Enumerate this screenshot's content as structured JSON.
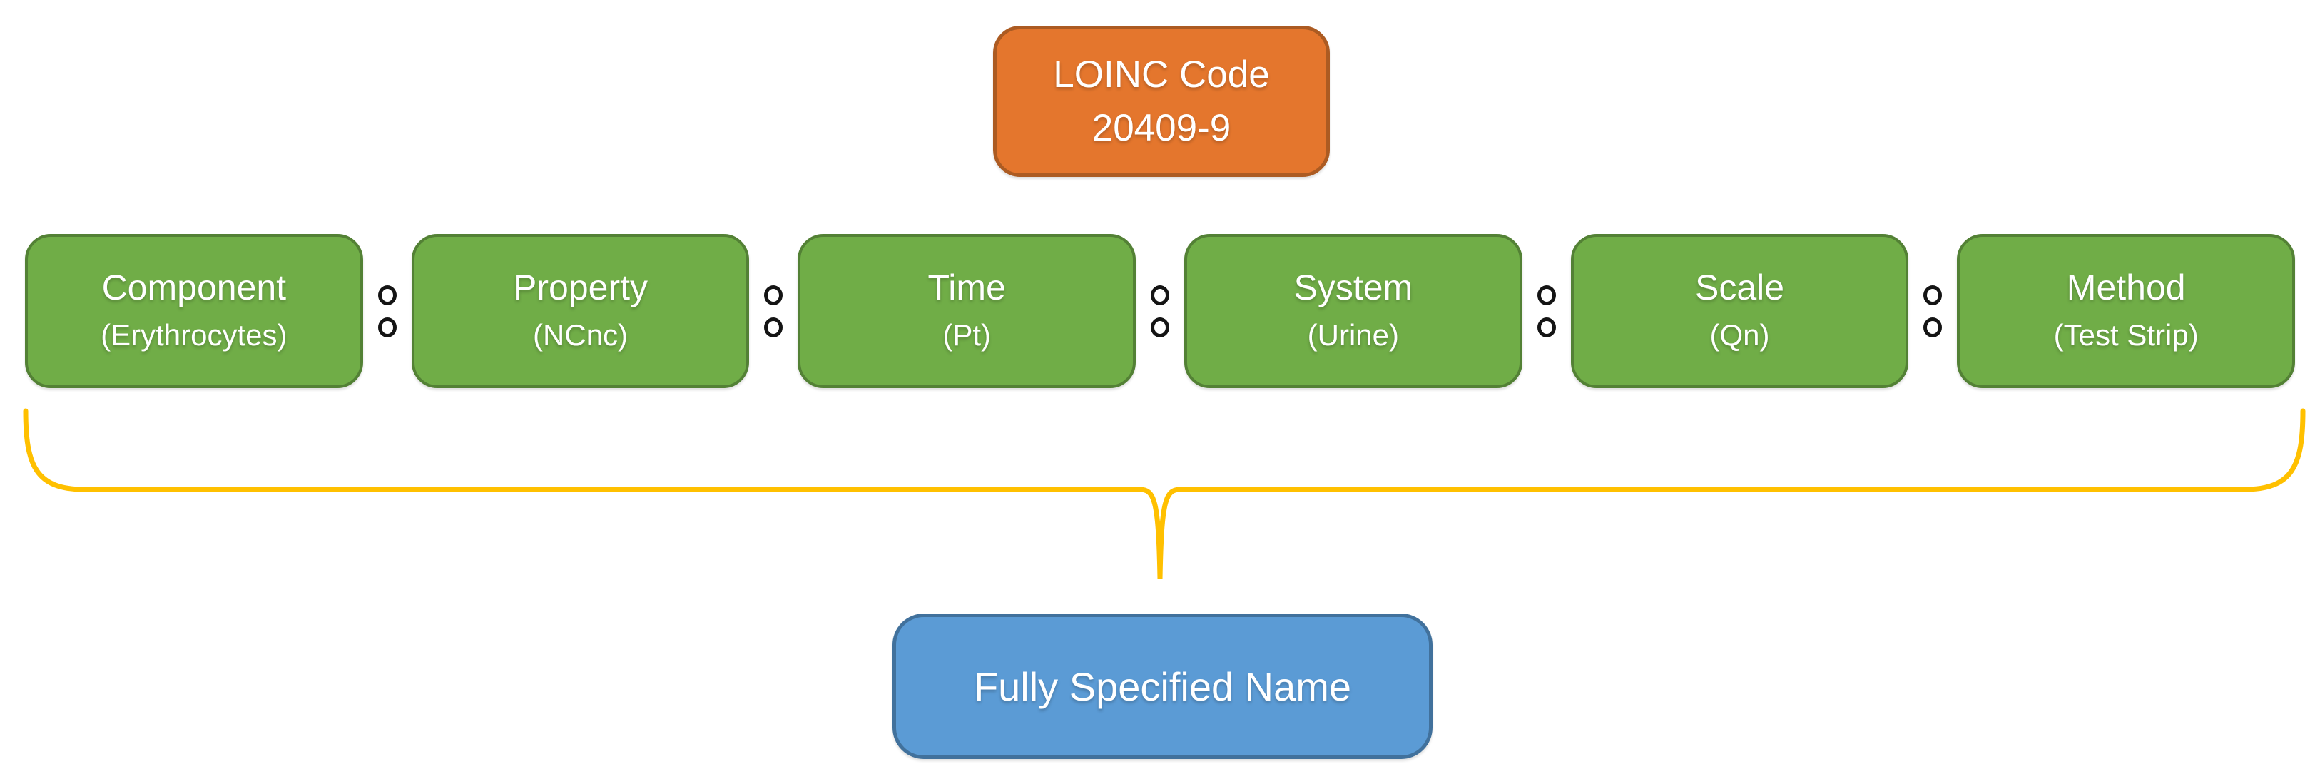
{
  "code_box": {
    "line1": "LOINC Code",
    "line2": "20409-9"
  },
  "parts": [
    {
      "label": "Component",
      "value": "(Erythrocytes)"
    },
    {
      "label": "Property",
      "value": "(NCnc)"
    },
    {
      "label": "Time",
      "value": "(Pt)"
    },
    {
      "label": "System",
      "value": "(Urine)"
    },
    {
      "label": "Scale",
      "value": "(Qn)"
    },
    {
      "label": "Method",
      "value": "(Test Strip)"
    }
  ],
  "result_box": {
    "label": "Fully Specified Name"
  },
  "colors": {
    "code-fill": "#E4762D",
    "code-border": "#AC5B22",
    "part-fill": "#70AD47",
    "part-border": "#538135",
    "result-fill": "#5B9BD5",
    "result-border": "#41719C",
    "brace": "#FFC000"
  }
}
